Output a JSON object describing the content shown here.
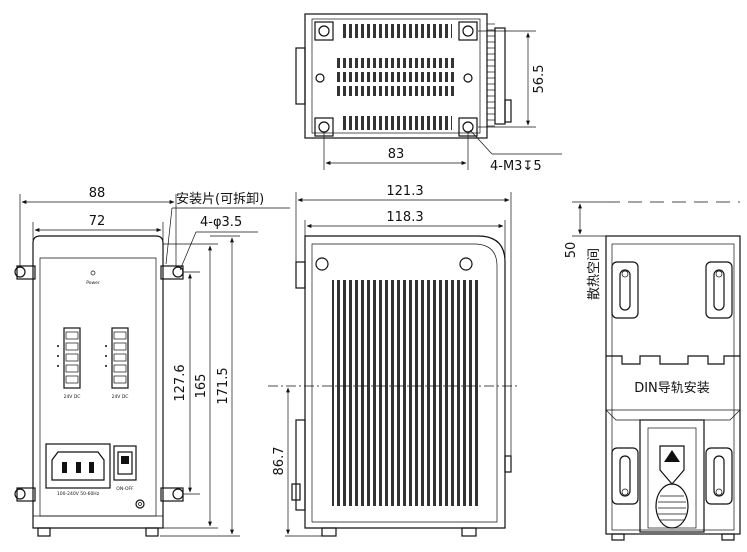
{
  "top_view": {
    "dim_width": "83",
    "dim_height": "56.5",
    "hole_note": "4-M3↧5"
  },
  "front_view": {
    "dim_overall_width": "88",
    "dim_inner_width": "72",
    "mount_label": "安装片(可拆卸)",
    "hole_label": "4-φ3.5",
    "dim_hole_spacing": "127.6",
    "dim_body_height": "165",
    "dim_total_height": "171.5",
    "power_label": "Power",
    "terminal_left_label": "24V  DC",
    "terminal_right_label": "24V  DC",
    "input_label": "100-240V  50-60Hz",
    "switch_label": "ON-OFF"
  },
  "side_view": {
    "dim_overall_depth": "121.3",
    "dim_body_depth": "118.3",
    "dim_rail_height": "86.7"
  },
  "rear_view": {
    "dim_clearance": "50",
    "clearance_label": "散热空间",
    "din_label": "DIN导轨安装"
  }
}
